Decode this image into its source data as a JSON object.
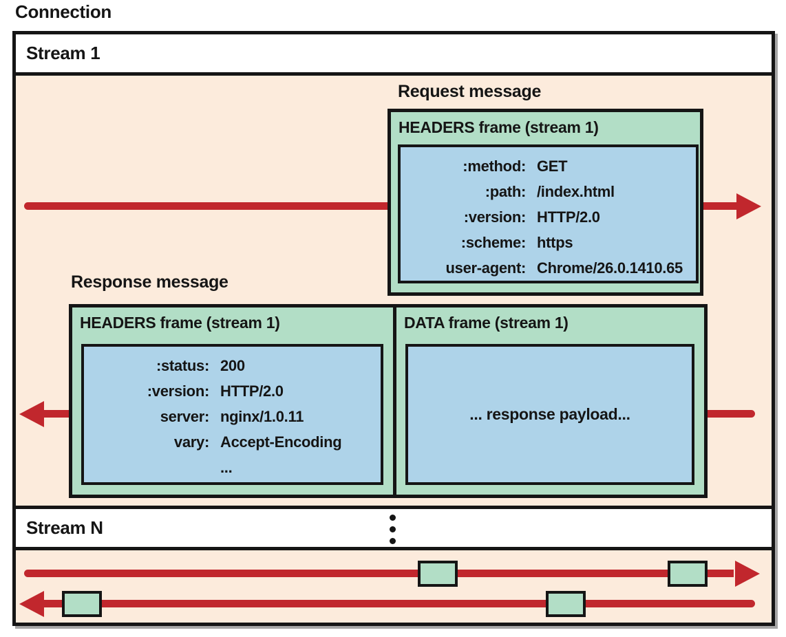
{
  "title": "Connection",
  "streams": {
    "stream1_label": "Stream 1",
    "streamN_label": "Stream N"
  },
  "request": {
    "label": "Request message",
    "frame_title": "HEADERS frame (stream 1)",
    "headers": [
      {
        "key": ":method:",
        "value": "GET"
      },
      {
        "key": ":path:",
        "value": "/index.html"
      },
      {
        "key": ":version:",
        "value": "HTTP/2.0"
      },
      {
        "key": ":scheme:",
        "value": "https"
      },
      {
        "key": "user-agent:",
        "value": "Chrome/26.0.1410.65"
      }
    ]
  },
  "response": {
    "label": "Response message",
    "headers_frame_title": "HEADERS frame (stream 1)",
    "headers": [
      {
        "key": ":status:",
        "value": "200"
      },
      {
        "key": ":version:",
        "value": "HTTP/2.0"
      },
      {
        "key": "server:",
        "value": "nginx/1.0.11"
      },
      {
        "key": "vary:",
        "value": "Accept-Encoding"
      },
      {
        "key": "",
        "value": "..."
      }
    ],
    "data_frame_title": "DATA frame (stream 1)",
    "data_payload": "... response payload..."
  },
  "stream_n_section": {
    "vertical_ellipsis": "⋮",
    "top_line_small_frames": 2,
    "bottom_line_small_frames": 2
  },
  "colors": {
    "background": "#ffffff",
    "stream_body_peach": "#fcebdc",
    "frame_green": "#b2dec6",
    "frame_blue": "#aed3e9",
    "arrow_red": "#c1272d",
    "border_black": "#151515",
    "shadow_gray": "#a6a6a6"
  }
}
